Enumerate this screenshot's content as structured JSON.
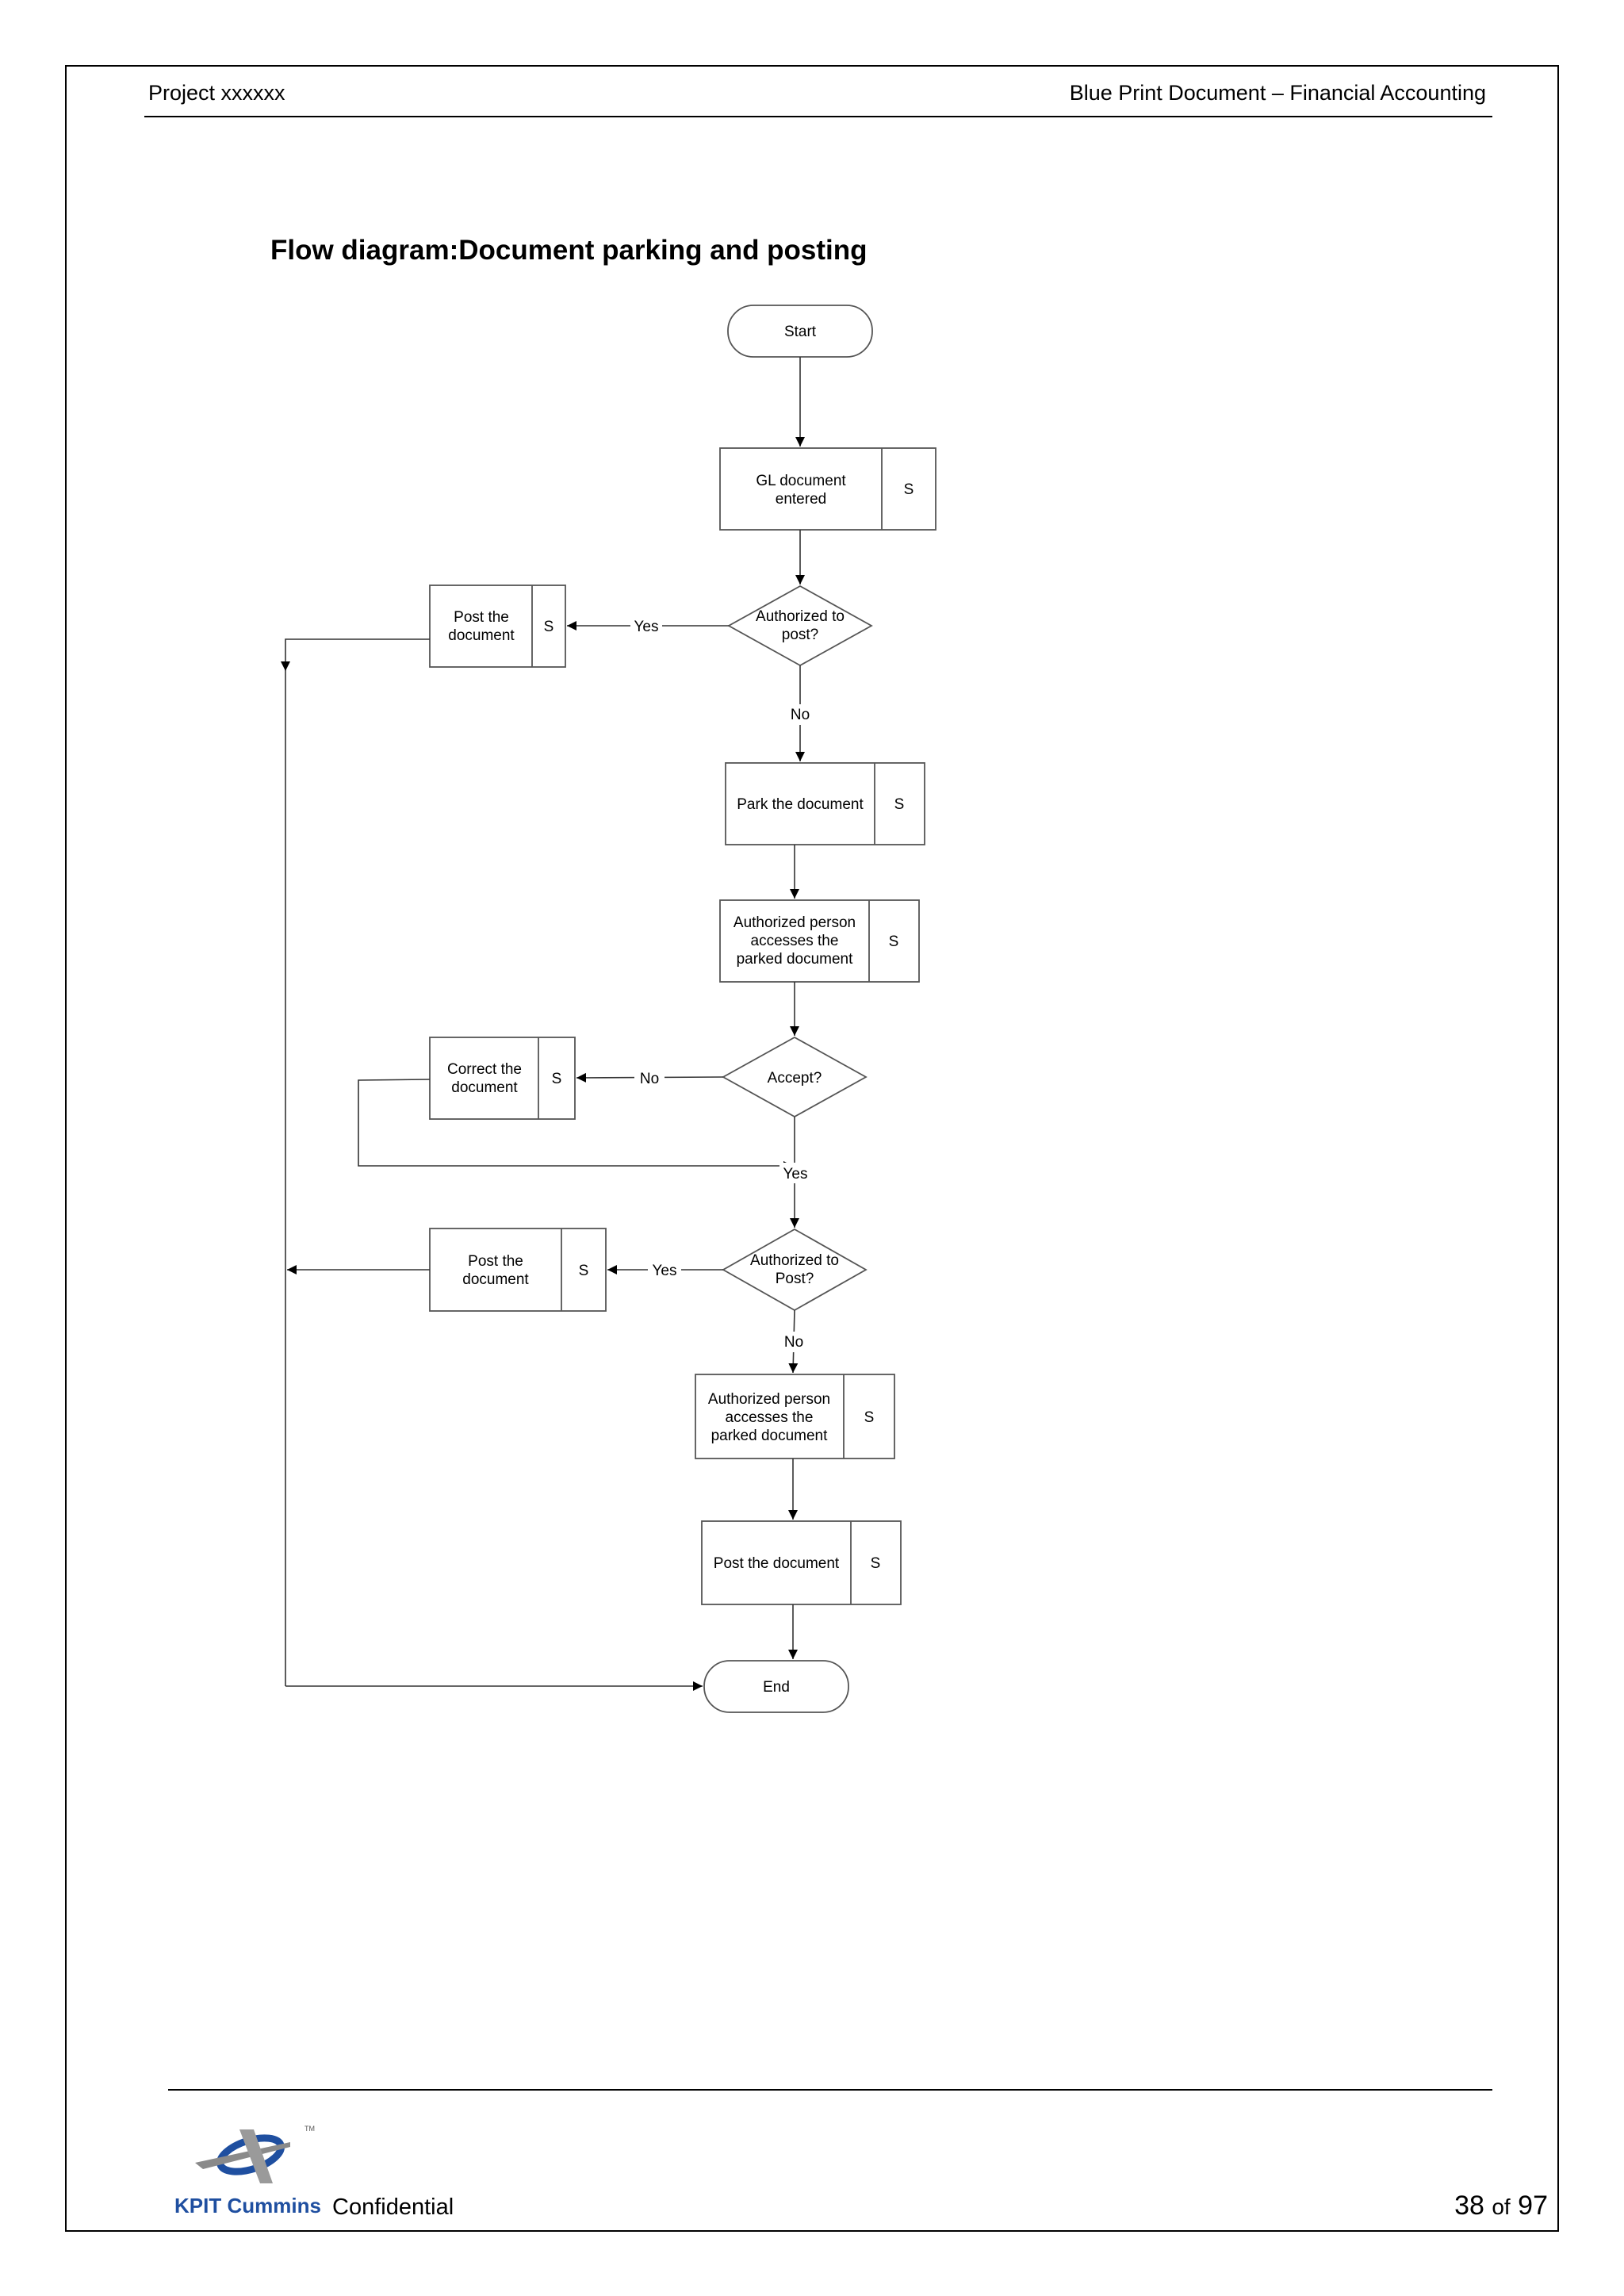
{
  "header": {
    "left": "Project xxxxxx",
    "right": "Blue Print Document – Financial Accounting"
  },
  "title": "Flow diagram:Document parking and posting",
  "flow": {
    "start": "Start",
    "gl_entered": [
      "GL document",
      "entered"
    ],
    "s": "S",
    "auth_post_1": [
      "Authorized to",
      "post?"
    ],
    "post_doc_1": [
      "Post the",
      "document"
    ],
    "yes": "Yes",
    "no": "No",
    "park": "Park the document",
    "auth_person_1": [
      "Authorized person",
      "accesses the",
      "parked document"
    ],
    "accept": "Accept?",
    "correct": [
      "Correct the",
      "document"
    ],
    "auth_post_2": [
      "Authorized to",
      "Post?"
    ],
    "post_doc_2": [
      "Post the",
      "document"
    ],
    "auth_person_2": [
      "Authorized person",
      "accesses the",
      "parked document"
    ],
    "post_doc_3": "Post the document",
    "end": "End"
  },
  "footer": {
    "brand": "KPIT Cummins",
    "confidential": "Confidential",
    "page_current": "38",
    "page_of": "of",
    "page_total": "97"
  },
  "colors": {
    "brand_blue": "#1f4fa0",
    "logo_grey": "#8a8a8a"
  }
}
